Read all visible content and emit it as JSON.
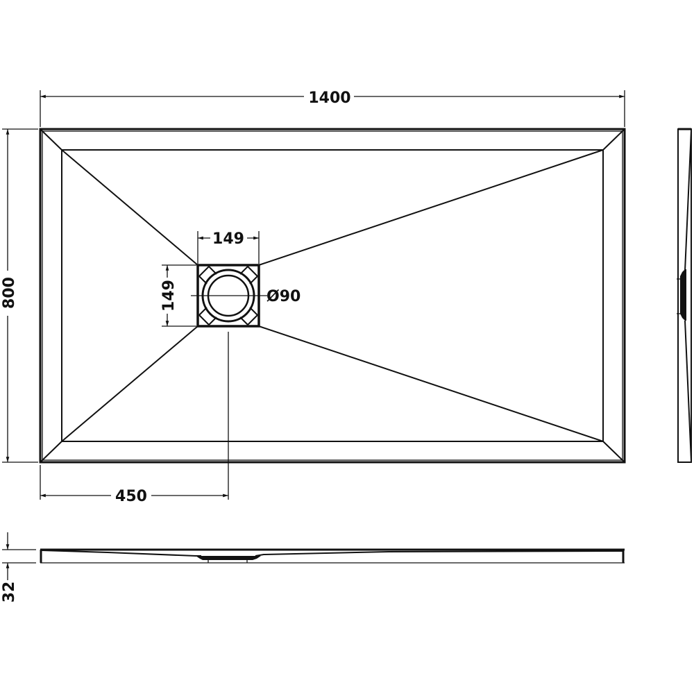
{
  "drawing": {
    "title": "Shower tray technical drawing",
    "units": "mm",
    "line_color": "#111111",
    "background": "#ffffff"
  },
  "dimensions": {
    "length": "1400",
    "width": "800",
    "waste_offset": "450",
    "waste_square_width": "149",
    "waste_square_height": "149",
    "waste_diameter": "Ø90",
    "tray_height": "32"
  },
  "views": [
    {
      "name": "plan-view",
      "label": ""
    },
    {
      "name": "side-elevation",
      "label": ""
    },
    {
      "name": "front-elevation",
      "label": ""
    }
  ]
}
